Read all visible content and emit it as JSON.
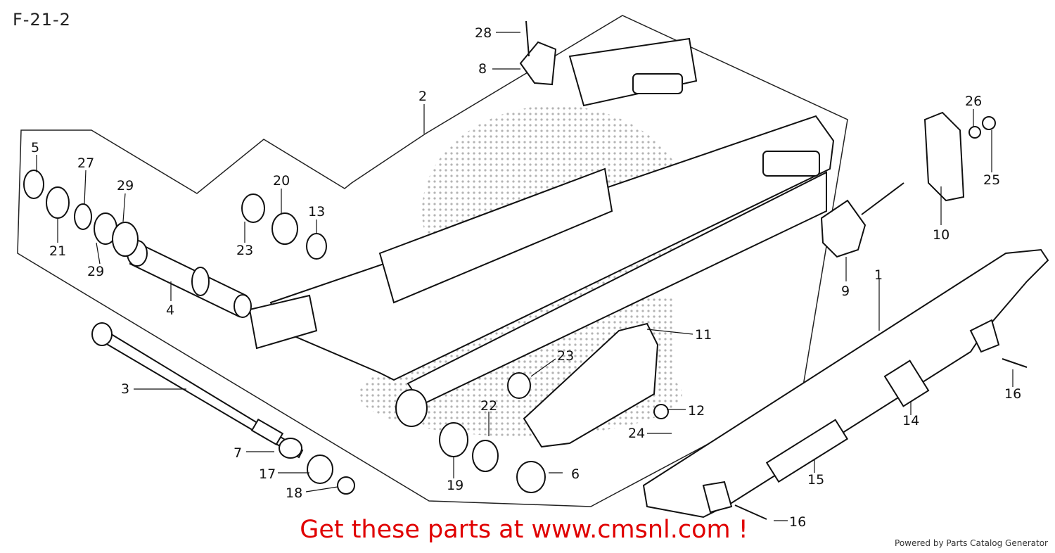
{
  "diagram_code": "F-21-2",
  "promo_text": "Get these parts at www.cmsnl.com !",
  "footer_text": "Powered by Parts Catalog Generator",
  "colors": {
    "promo": "#e00000",
    "ink": "#111111",
    "dots": "#777777"
  },
  "callouts": [
    "1",
    "2",
    "3",
    "4",
    "5",
    "6",
    "7",
    "8",
    "9",
    "10",
    "11",
    "12",
    "13",
    "14",
    "15",
    "16",
    "16",
    "17",
    "18",
    "19",
    "20",
    "21",
    "22",
    "23",
    "23",
    "24",
    "25",
    "26",
    "27",
    "28",
    "29",
    "29"
  ]
}
